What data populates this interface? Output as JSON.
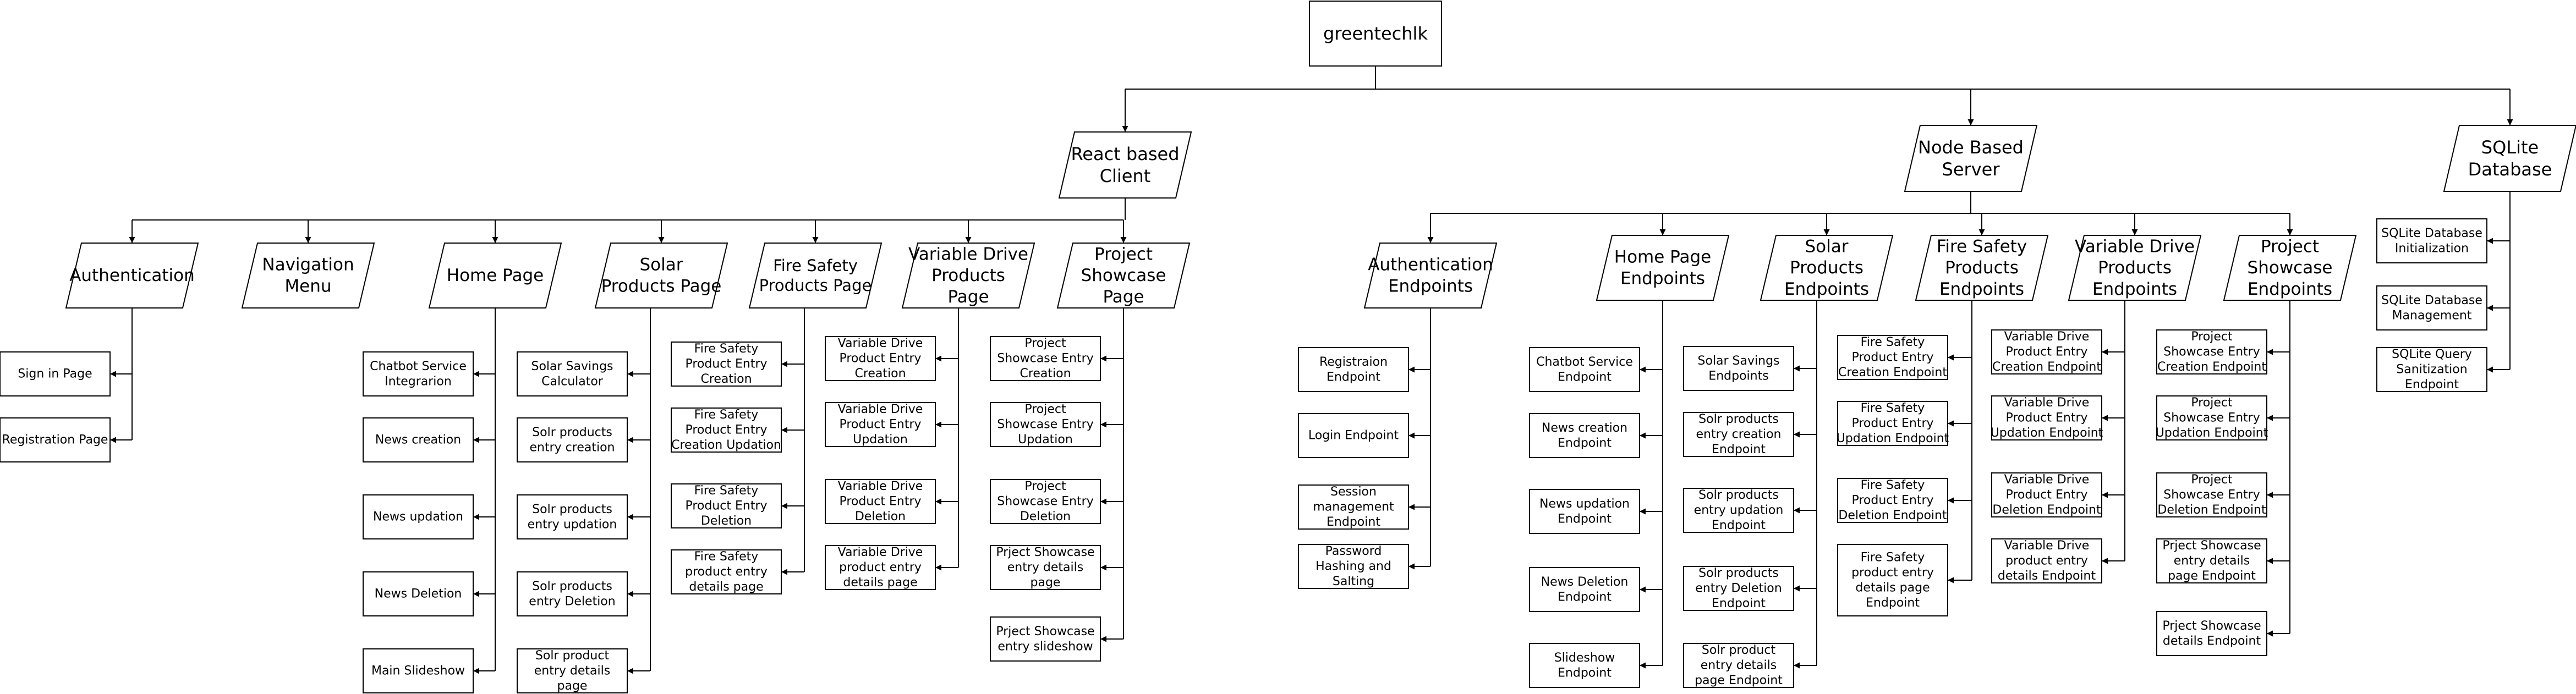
{
  "root": {
    "id": "root",
    "lines": [
      "greentechlk"
    ]
  },
  "groups": [
    {
      "id": "client",
      "lines": [
        "React based",
        "Client"
      ],
      "children": [
        {
          "id": "auth",
          "lines": [
            "Authentication"
          ],
          "side": "right",
          "children": [
            {
              "id": "a1",
              "lines": [
                "Sign in Page"
              ]
            },
            {
              "id": "a2",
              "lines": [
                "Registration Page"
              ]
            }
          ]
        },
        {
          "id": "nav",
          "lines": [
            "Navigation",
            "Menu"
          ],
          "children": []
        },
        {
          "id": "home",
          "lines": [
            "Home Page"
          ],
          "side": "left",
          "children": [
            {
              "id": "h1",
              "lines": [
                "Chatbot Service",
                "Integrarion"
              ]
            },
            {
              "id": "h2",
              "lines": [
                "News creation"
              ]
            },
            {
              "id": "h3",
              "lines": [
                "News updation"
              ]
            },
            {
              "id": "h4",
              "lines": [
                "News Deletion"
              ]
            },
            {
              "id": "h5",
              "lines": [
                "Main Slideshow"
              ]
            }
          ]
        },
        {
          "id": "solar",
          "lines": [
            "Solar",
            "Products Page"
          ],
          "side": "left",
          "children": [
            {
              "id": "s1",
              "lines": [
                "Solar Savings",
                "Calculator"
              ]
            },
            {
              "id": "s2",
              "lines": [
                "Solr products",
                "entry creation"
              ]
            },
            {
              "id": "s3",
              "lines": [
                "Solr products",
                "entry updation"
              ]
            },
            {
              "id": "s4",
              "lines": [
                "Solr products",
                "entry Deletion"
              ]
            },
            {
              "id": "s5",
              "lines": [
                "Solr product",
                "entry details",
                "page"
              ]
            }
          ]
        },
        {
          "id": "fire",
          "lines": [
            "Fire Safety",
            "Products Page"
          ],
          "side": "left",
          "children": [
            {
              "id": "f1",
              "lines": [
                "Fire Safety",
                "Product Entry",
                "Creation"
              ]
            },
            {
              "id": "f2",
              "lines": [
                "Fire Safety",
                "Product Entry",
                "Creation Updation"
              ]
            },
            {
              "id": "f3",
              "lines": [
                "Fire Safety",
                "Product Entry",
                "Deletion"
              ]
            },
            {
              "id": "f4",
              "lines": [
                "Fire Safety",
                "product entry",
                "details page"
              ]
            }
          ]
        },
        {
          "id": "vd",
          "lines": [
            "Variable Drive",
            "Products",
            "Page"
          ],
          "side": "left",
          "children": [
            {
              "id": "v1",
              "lines": [
                "Variable Drive",
                "Product Entry",
                "Creation"
              ]
            },
            {
              "id": "v2",
              "lines": [
                "Variable Drive",
                "Product Entry",
                "Updation"
              ]
            },
            {
              "id": "v3",
              "lines": [
                "Variable Drive",
                "Product Entry",
                "Deletion"
              ]
            },
            {
              "id": "v4",
              "lines": [
                "Variable Drive",
                "product entry",
                "details page"
              ]
            }
          ]
        },
        {
          "id": "proj",
          "lines": [
            "Project",
            "Showcase",
            "Page"
          ],
          "side": "left",
          "children": [
            {
              "id": "p1",
              "lines": [
                "Project",
                "Showcase Entry",
                "Creation"
              ]
            },
            {
              "id": "p2",
              "lines": [
                "Project",
                "Showcase Entry",
                "Updation"
              ]
            },
            {
              "id": "p3",
              "lines": [
                "Project",
                "Showcase Entry",
                "Deletion"
              ]
            },
            {
              "id": "p4",
              "lines": [
                "Prject Showcase",
                "entry details",
                "page"
              ]
            },
            {
              "id": "p5",
              "lines": [
                "Prject Showcase",
                "entry slideshow"
              ]
            }
          ]
        }
      ]
    },
    {
      "id": "server",
      "lines": [
        "Node Based",
        "Server"
      ],
      "children": [
        {
          "id": "authe",
          "lines": [
            "Authentication",
            "Endpoints"
          ],
          "side": "left",
          "children": [
            {
              "id": "ae1",
              "lines": [
                "Registraion",
                "Endpoint"
              ]
            },
            {
              "id": "ae2",
              "lines": [
                "Login Endpoint"
              ]
            },
            {
              "id": "ae3",
              "lines": [
                "Session",
                "management",
                "Endpoint"
              ]
            },
            {
              "id": "ae4",
              "lines": [
                "Password",
                "Hashing and",
                "Salting"
              ]
            }
          ]
        },
        {
          "id": "homee",
          "lines": [
            "Home Page",
            "Endpoints"
          ],
          "side": "left",
          "children": [
            {
              "id": "he1",
              "lines": [
                "Chatbot Service",
                "Endpoint"
              ]
            },
            {
              "id": "he2",
              "lines": [
                "News creation",
                "Endpoint"
              ]
            },
            {
              "id": "he3",
              "lines": [
                "News updation",
                "Endpoint"
              ]
            },
            {
              "id": "he4",
              "lines": [
                "News Deletion",
                "Endpoint"
              ]
            },
            {
              "id": "he5",
              "lines": [
                "Slideshow",
                "Endpoint"
              ]
            }
          ]
        },
        {
          "id": "solare",
          "lines": [
            "Solar",
            "Products",
            "Endpoints"
          ],
          "side": "left",
          "children": [
            {
              "id": "se1",
              "lines": [
                "Solar Savings",
                "Endpoints"
              ]
            },
            {
              "id": "se2",
              "lines": [
                "Solr products",
                "entry creation",
                "Endpoint"
              ]
            },
            {
              "id": "se3",
              "lines": [
                "Solr products",
                "entry updation",
                "Endpoint"
              ]
            },
            {
              "id": "se4",
              "lines": [
                "Solr products",
                "entry Deletion",
                "Endpoint"
              ]
            },
            {
              "id": "se5",
              "lines": [
                "Solr product",
                "entry details",
                "page Endpoint"
              ]
            }
          ]
        },
        {
          "id": "firee",
          "lines": [
            "Fire Safety",
            "Products",
            "Endpoints"
          ],
          "side": "left",
          "children": [
            {
              "id": "fe1",
              "lines": [
                "Fire Safety",
                "Product Entry",
                "Creation Endpoint"
              ]
            },
            {
              "id": "fe2",
              "lines": [
                "Fire Safety",
                "Product Entry",
                "Updation Endpoint"
              ]
            },
            {
              "id": "fe3",
              "lines": [
                "Fire Safety",
                "Product Entry",
                "Deletion Endpoint"
              ]
            },
            {
              "id": "fe4",
              "lines": [
                "Fire Safety",
                "product entry",
                "details page",
                "Endpoint"
              ]
            }
          ]
        },
        {
          "id": "vde",
          "lines": [
            "Variable Drive",
            "Products",
            "Endpoints"
          ],
          "side": "left",
          "children": [
            {
              "id": "ve1",
              "lines": [
                "Variable Drive",
                "Product Entry",
                "Creation Endpoint"
              ]
            },
            {
              "id": "ve2",
              "lines": [
                "Variable Drive",
                "Product Entry",
                "Updation Endpoint"
              ]
            },
            {
              "id": "ve3",
              "lines": [
                "Variable Drive",
                "Product Entry",
                "Deletion Endpoint"
              ]
            },
            {
              "id": "ve4",
              "lines": [
                "Variable Drive",
                "product entry",
                "details Endpoint"
              ]
            }
          ]
        },
        {
          "id": "proje",
          "lines": [
            "Project",
            "Showcase",
            "Endpoints"
          ],
          "side": "left",
          "children": [
            {
              "id": "pe1",
              "lines": [
                "Project",
                "Showcase Entry",
                "Creation Endpoint"
              ]
            },
            {
              "id": "pe2",
              "lines": [
                "Project",
                "Showcase Entry",
                "Updation Endpoint"
              ]
            },
            {
              "id": "pe3",
              "lines": [
                "Project",
                "Showcase Entry",
                "Deletion Endpoint"
              ]
            },
            {
              "id": "pe4",
              "lines": [
                "Prject Showcase",
                "entry details",
                "page Endpoint"
              ]
            },
            {
              "id": "pe5",
              "lines": [
                "Prject Showcase",
                "details Endpoint"
              ]
            }
          ]
        }
      ]
    },
    {
      "id": "db",
      "lines": [
        "SQLite",
        "Database"
      ],
      "side": "right",
      "children": [
        {
          "id": "d1",
          "lines": [
            "SQLite Database",
            "Initialization"
          ]
        },
        {
          "id": "d2",
          "lines": [
            "SQLite Database",
            "Management"
          ]
        },
        {
          "id": "d3",
          "lines": [
            "SQLite Query",
            "Sanitization",
            "Endpoint"
          ]
        }
      ]
    }
  ]
}
